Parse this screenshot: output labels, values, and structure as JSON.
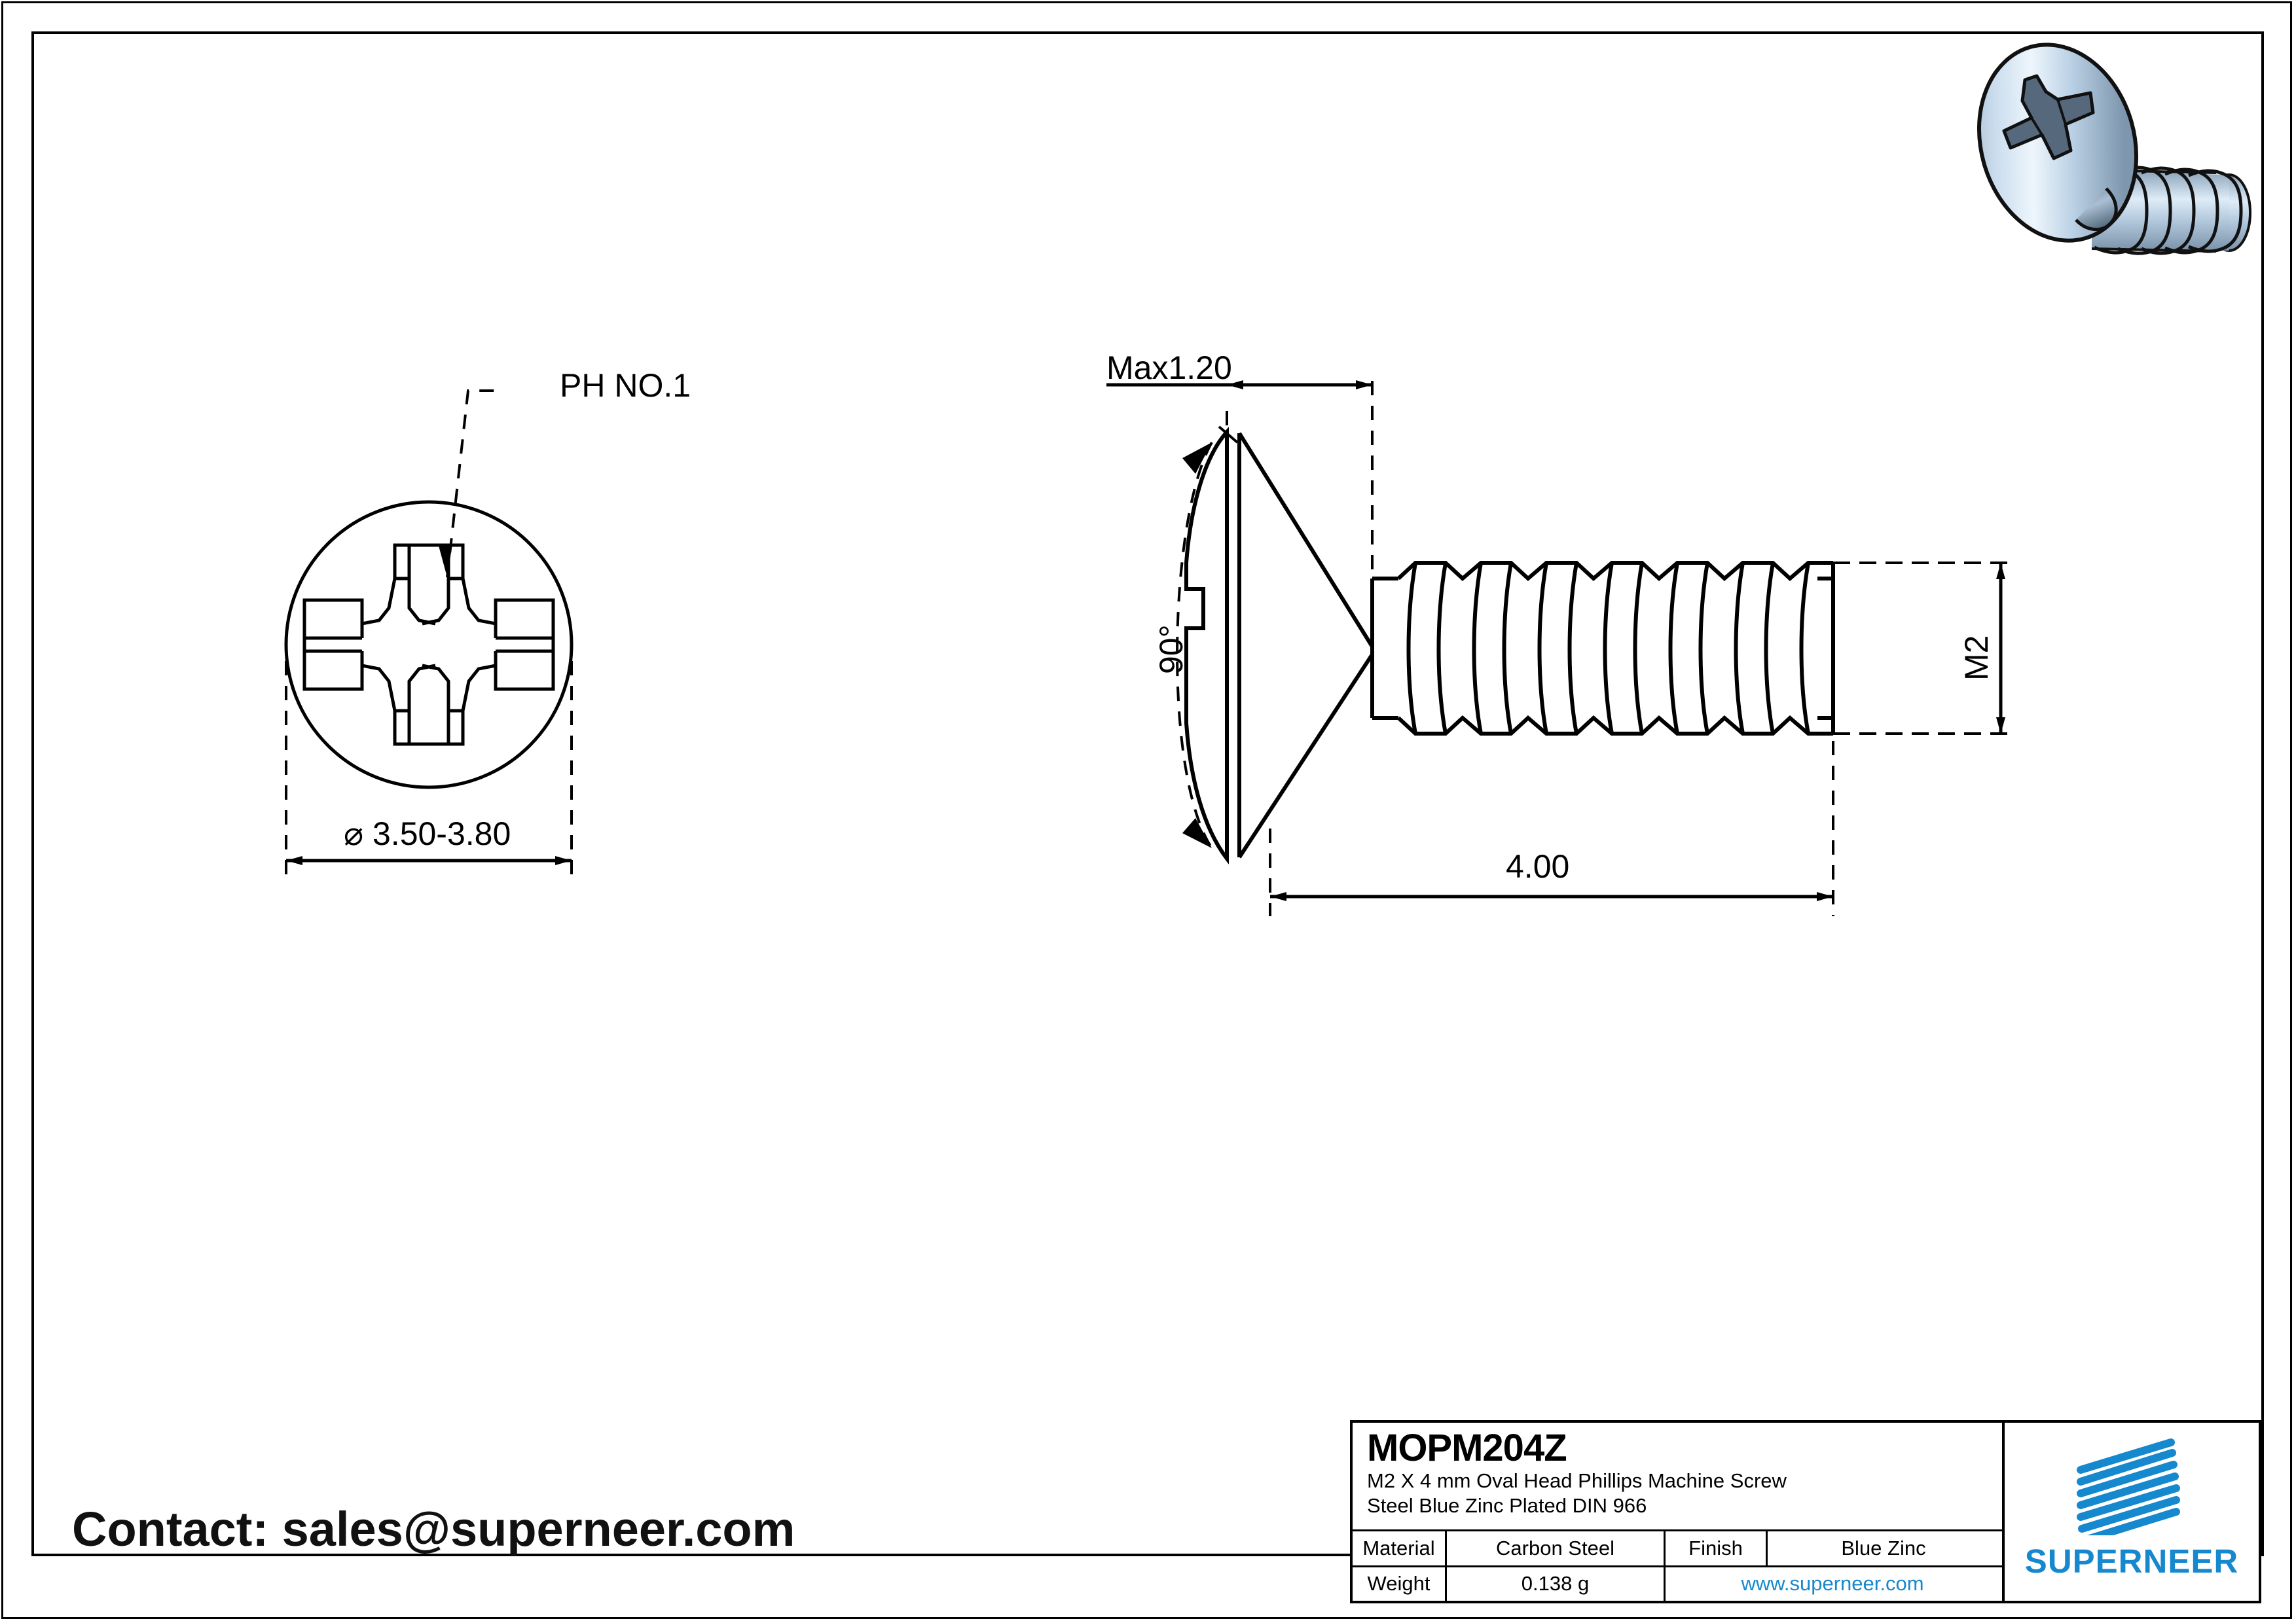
{
  "sheet": {
    "contact": "Contact: sales@superneer.com"
  },
  "head_view": {
    "leader_label": "PH NO.1",
    "diameter_dim": "⌀ 3.50-3.80"
  },
  "side_view": {
    "head_height_dim": "Max1.20",
    "angle_dim": "90°",
    "thread_dim": "M2",
    "length_dim": "4.00"
  },
  "title_block": {
    "part_number": "MOPM204Z",
    "description_line1": "M2 X 4 mm  Oval Head Phillips Machine Screw",
    "description_line2": "Steel Blue Zinc Plated DIN 966",
    "material_label": "Material",
    "material_value": "Carbon Steel",
    "finish_label": "Finish",
    "finish_value": "Blue Zinc",
    "weight_label": "Weight",
    "weight_value": "0.138 g",
    "website": "www.superneer.com",
    "brand": "SUPERNEER",
    "brand_color": "#1688ce"
  }
}
